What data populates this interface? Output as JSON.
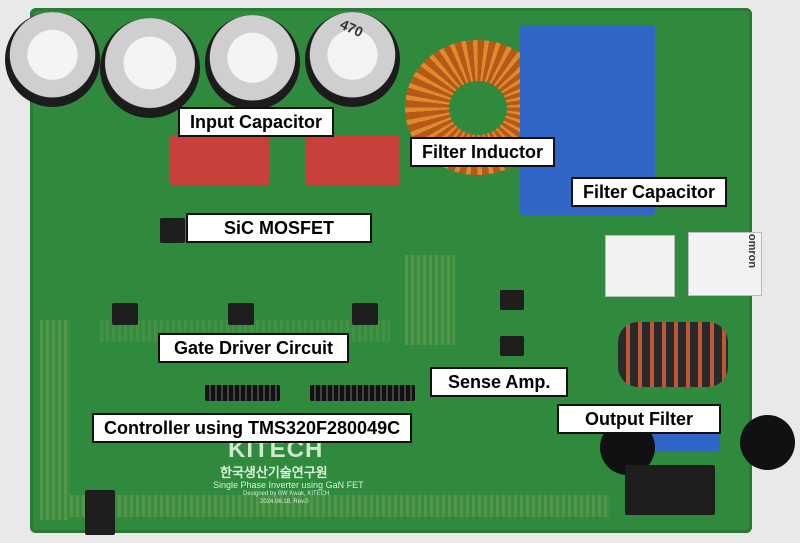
{
  "labels": {
    "input_capacitor": "Input Capacitor",
    "filter_inductor": "Filter Inductor",
    "filter_capacitor": "Filter Capacitor",
    "sic_mosfet": "SiC MOSFET",
    "gate_driver_circuit": "Gate Driver Circuit",
    "sense_amp": "Sense Amp.",
    "controller": "Controller using TMS320F280049C",
    "output_filter": "Output Filter"
  },
  "silkscreen": {
    "logo": "KITECH",
    "korean": "한국생산기술연구원",
    "board_title": "Single Phase Inverter using GaN FET",
    "credit": "Designed by BW Kwak, KITECH",
    "date": "2024.06.18, Rev.0",
    "relay_brand": "omron",
    "cap_marking": "470"
  },
  "colors": {
    "pcb": "#2f8a3e",
    "label_bg": "#ffffff",
    "label_border": "#111111",
    "film_cap": "#c8403a",
    "filter_cap": "#2f66c7",
    "copper": "#d07a25"
  }
}
